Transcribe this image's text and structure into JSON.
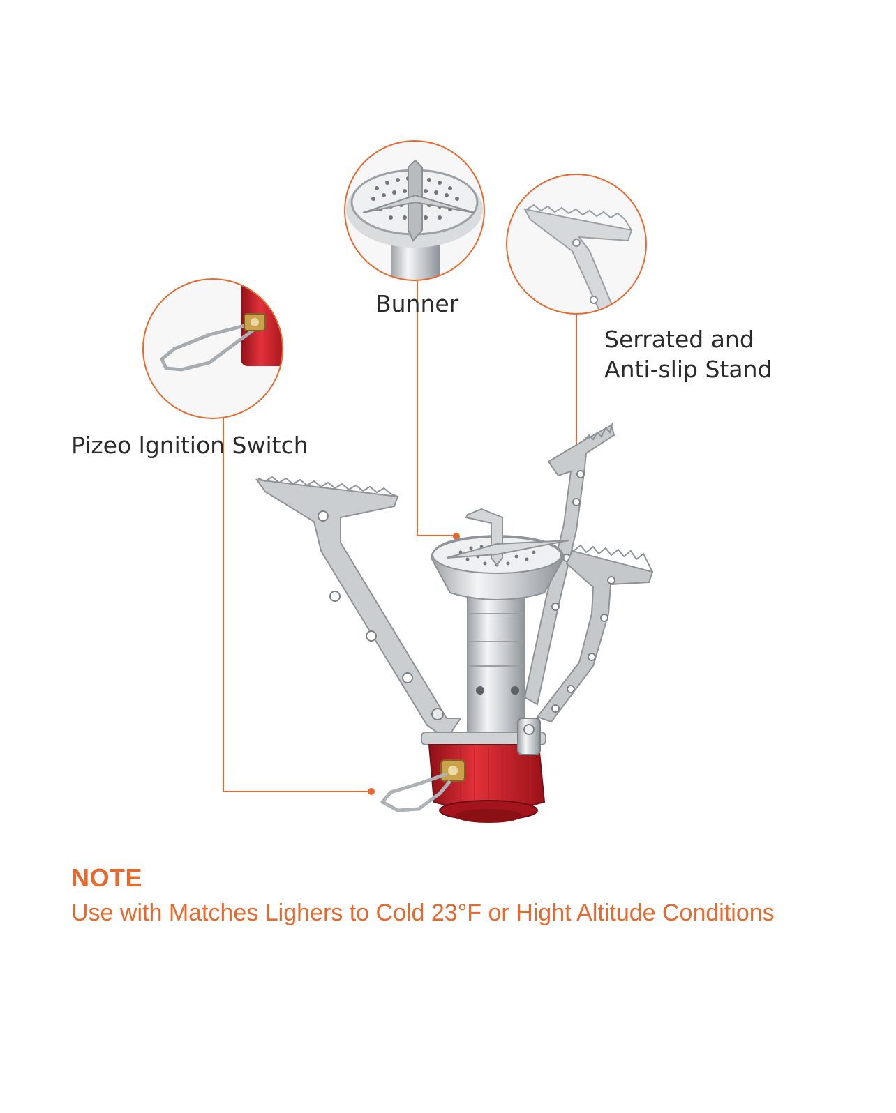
{
  "labels": {
    "burner": "Bunner",
    "stand_line1": "Serrated  and",
    "stand_line2": "Anti-slip Stand",
    "ignition": "Pizeo lgnition Switch"
  },
  "note": {
    "title": "NOTE",
    "text": "Use with Matches Lighers  to  Cold 23°F or Hight  Altitude Conditions"
  },
  "colors": {
    "accent": "#e8692d",
    "text": "#2b2b2b",
    "steel": "#c9cccf",
    "red_knob": "#d3202a"
  }
}
